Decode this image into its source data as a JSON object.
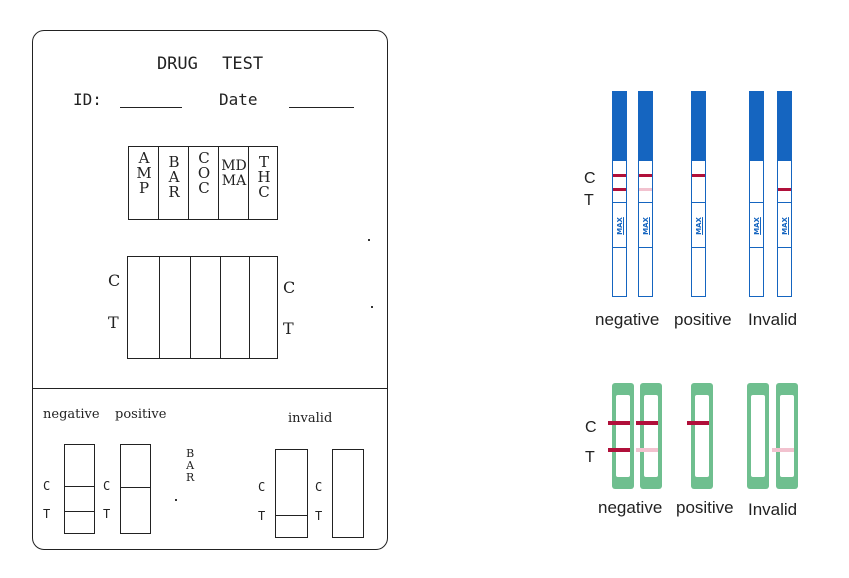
{
  "card": {
    "title": "DRUG  TEST",
    "id_label": "ID:",
    "date_label": "Date",
    "drugs": [
      {
        "lines": [
          "A",
          "M",
          "P"
        ]
      },
      {
        "lines": [
          "B",
          "A",
          "R"
        ]
      },
      {
        "lines": [
          "C",
          "O",
          "C"
        ]
      },
      {
        "lines": [
          "MD",
          "MA"
        ]
      },
      {
        "lines": [
          "T",
          "H",
          "C"
        ]
      }
    ],
    "c_label": "C",
    "t_label": "T",
    "bottom": {
      "negative": "negative",
      "positive": "positive",
      "invalid": "invalid",
      "bar": [
        "B",
        "A",
        "R"
      ]
    }
  },
  "blue_panel": {
    "c_label": "C",
    "t_label": "T",
    "max_label": "MAX",
    "labels": [
      "negative",
      "positive",
      "Invalid"
    ]
  },
  "green_panel": {
    "c_label": "C",
    "t_label": "T",
    "labels": [
      "negative",
      "positive",
      "Invalid"
    ]
  },
  "colors": {
    "blue": "#1565c0",
    "green": "#6fbf8f",
    "line_red": "#b0103a",
    "faint_red": "#f2c2cf"
  }
}
